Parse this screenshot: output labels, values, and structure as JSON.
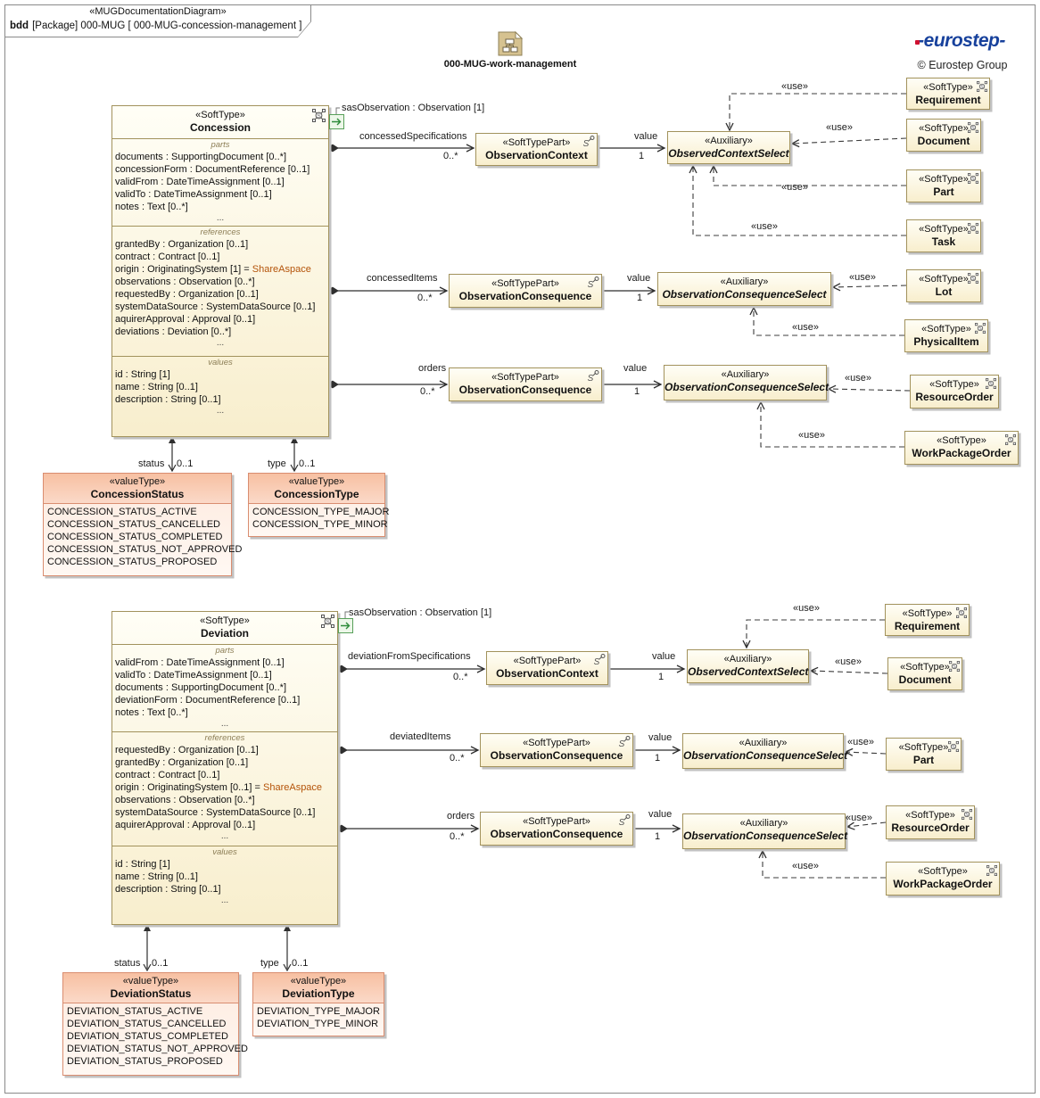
{
  "frame": {
    "stereotype": "«MUGDocumentationDiagram»",
    "kind": "bdd",
    "title": "[Package] 000-MUG [ 000-MUG-concession-management ]"
  },
  "header": {
    "package_name": "000-MUG-work-management",
    "logo_text": "-eurostep-",
    "copyright": "© Eurostep Group"
  },
  "stereo": {
    "softtype": "«SoftType»",
    "softtypepart": "«SoftTypePart»",
    "auxiliary": "«Auxiliary»",
    "valuetype": "«valueType»"
  },
  "labels": {
    "use": "«use»",
    "value": "value",
    "one": "1",
    "many": "0..*",
    "opt": "0..1",
    "status": "status",
    "type": "type",
    "orders": "orders",
    "sas_observation": "sasObservation : Observation [1]",
    "concessed_specifications": "concessedSpecifications",
    "concessed_items": "concessedItems",
    "deviation_from_specifications": "deviationFromSpecifications",
    "deviated_items": "deviatedItems",
    "ellipsis": "..."
  },
  "types": {
    "observation_context": "ObservationContext",
    "observation_consequence": "ObservationConsequence",
    "observed_context_select": "ObservedContextSelect",
    "observation_consequence_select": "ObservationConsequenceSelect",
    "requirement": "Requirement",
    "document": "Document",
    "part": "Part",
    "task": "Task",
    "lot": "Lot",
    "physical_item": "PhysicalItem",
    "resource_order": "ResourceOrder",
    "work_package_order": "WorkPackageOrder"
  },
  "compartments": {
    "parts": "parts",
    "references": "references",
    "values": "values"
  },
  "concession": {
    "name": "Concession",
    "parts": [
      "documents : SupportingDocument [0..*]",
      "concessionForm : DocumentReference [0..1]",
      "validFrom : DateTimeAssignment [0..1]",
      "validTo : DateTimeAssignment [0..1]",
      "notes : Text [0..*]"
    ],
    "references_a": [
      "grantedBy : Organization [0..1]",
      "contract : Contract [0..1]"
    ],
    "origin_prefix": "origin : OriginatingSystem [1] = ",
    "origin_value": "ShareAspace",
    "references_b": [
      "observations : Observation [0..*]",
      "requestedBy : Organization [0..1]",
      "systemDataSource : SystemDataSource [0..1]",
      "aquirerApproval : Approval [0..1]",
      "deviations : Deviation [0..*]"
    ],
    "values": [
      "id : String [1]",
      "name : String [0..1]",
      "description : String [0..1]"
    ]
  },
  "deviation": {
    "name": "Deviation",
    "parts": [
      "validFrom : DateTimeAssignment [0..1]",
      "validTo : DateTimeAssignment [0..1]",
      "documents : SupportingDocument [0..*]",
      "deviationForm : DocumentReference [0..1]",
      "notes : Text [0..*]"
    ],
    "references_a": [
      "requestedBy : Organization [0..1]",
      "grantedBy : Organization [0..1]",
      "contract : Contract [0..1]"
    ],
    "origin_prefix": "origin : OriginatingSystem [0..1] = ",
    "origin_value": "ShareAspace",
    "references_b": [
      "observations : Observation [0..*]",
      "systemDataSource : SystemDataSource [0..1]",
      "aquirerApproval : Approval [0..1]"
    ],
    "values": [
      "id : String [1]",
      "name : String [0..1]",
      "description : String [0..1]"
    ]
  },
  "concession_status": {
    "name": "ConcessionStatus",
    "items": [
      "CONCESSION_STATUS_ACTIVE",
      "CONCESSION_STATUS_CANCELLED",
      "CONCESSION_STATUS_COMPLETED",
      "CONCESSION_STATUS_NOT_APPROVED",
      "CONCESSION_STATUS_PROPOSED"
    ]
  },
  "concession_type": {
    "name": "ConcessionType",
    "items": [
      "CONCESSION_TYPE_MAJOR",
      "CONCESSION_TYPE_MINOR"
    ]
  },
  "deviation_status": {
    "name": "DeviationStatus",
    "items": [
      "DEVIATION_STATUS_ACTIVE",
      "DEVIATION_STATUS_CANCELLED",
      "DEVIATION_STATUS_COMPLETED",
      "DEVIATION_STATUS_NOT_APPROVED",
      "DEVIATION_STATUS_PROPOSED"
    ]
  },
  "deviation_type": {
    "name": "DeviationType",
    "items": [
      "DEVIATION_TYPE_MAJOR",
      "DEVIATION_TYPE_MINOR"
    ]
  },
  "icons": {
    "softtype": "structure-icon",
    "softtypepart": "part-lollipop-icon",
    "package": "package-document-icon",
    "navigate": "green-arrow-icon"
  },
  "colors": {
    "box_border": "#a2925c",
    "box_fill": "#f8eecd",
    "valuetype_border": "#d98d70",
    "valuetype_header": "#f7c0a2",
    "highlight_text": "#b45309",
    "logo_blue": "#17419c",
    "logo_red": "#cf1130",
    "badge_green": "#58a05a"
  }
}
